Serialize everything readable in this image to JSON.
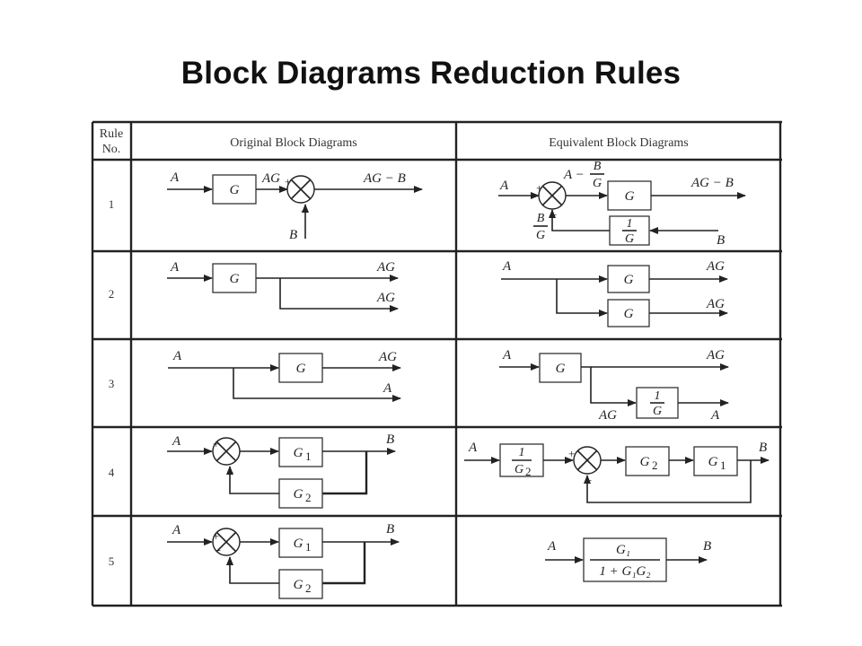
{
  "title": "Block Diagrams Reduction Rules",
  "table": {
    "rule_header_1": "Rule",
    "rule_header_2": "No.",
    "original_header": "Original Block Diagrams",
    "equivalent_header": "Equivalent Block Diagrams",
    "rows": [
      {
        "number": "1"
      },
      {
        "number": "2"
      },
      {
        "number": "3"
      },
      {
        "number": "4"
      },
      {
        "number": "5"
      }
    ]
  },
  "labels": {
    "A": "A",
    "B": "B",
    "G": "G",
    "AG": "AG",
    "AG_minus_B": "AG − B",
    "A_minus": "A −",
    "one": "1",
    "plus": "+",
    "minus": "−",
    "G1": "G",
    "G2": "G",
    "sub1": "1",
    "sub2": "2",
    "closed_loop_num": "G₁",
    "closed_loop_den": "1 + G₁G₂"
  }
}
